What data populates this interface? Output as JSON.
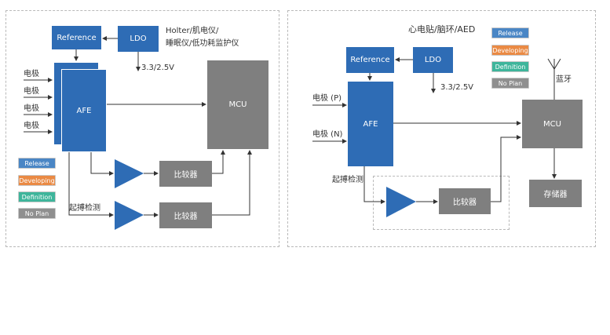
{
  "left": {
    "title": "Holter/肌电仪/睡眠仪/低功耗监护仪",
    "title_line1": "Holter/肌电仪/",
    "title_line2": "睡眠仪/低功耗监护仪",
    "reference": "Reference",
    "ldo": "LDO",
    "voltage": "3.3/2.5V",
    "afe": "AFE",
    "mcu": "MCU",
    "electrodes": [
      "电极",
      "电极",
      "电极",
      "电极"
    ],
    "comparator1": "比较器",
    "comparator2": "比较器",
    "pacing_label": "起搏检测"
  },
  "right": {
    "title": "心电贴/脑环/AED",
    "reference": "Reference",
    "ldo": "LDO",
    "voltage": "3.3/2.5V",
    "afe": "AFE",
    "mcu": "MCU",
    "electrode_p": "电极 (P)",
    "electrode_n": "电极 (N)",
    "comparator": "比较器",
    "pacing_label": "起搏检测",
    "bluetooth": "蓝牙",
    "storage": "存储器"
  },
  "legend": {
    "release": "Release",
    "developing": "Developing",
    "definition": "Definition",
    "no_plan": "No Plan"
  },
  "colors": {
    "release": "#4a86c5",
    "developing": "#ea8a44",
    "definition": "#3eb59b",
    "no_plan": "#8f8f8f",
    "block_blue": "#2e6cb5",
    "block_gray": "#7f7f7f"
  }
}
